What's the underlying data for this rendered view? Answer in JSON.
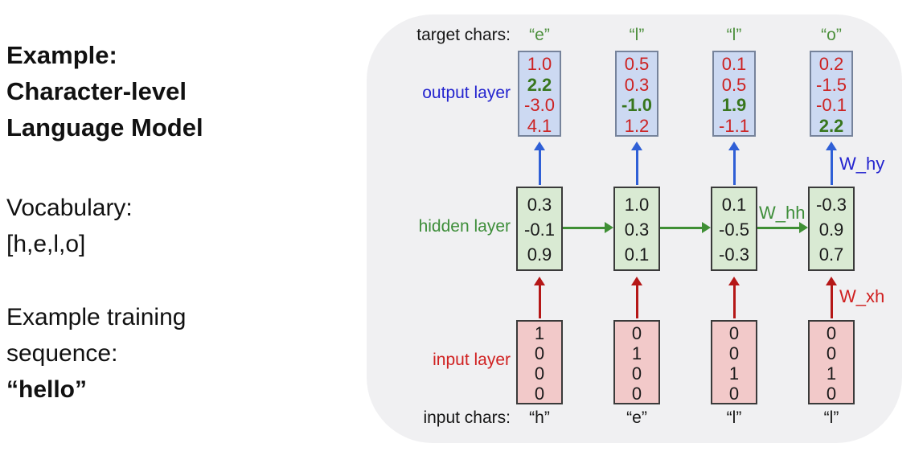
{
  "left_panel": {
    "title_lines": [
      "Example:",
      "Character-level",
      "Language Model"
    ],
    "vocab_lines": [
      "Vocabulary:",
      "[h,e,l,o]"
    ],
    "training_lines": [
      "Example training",
      "sequence:"
    ],
    "training_sequence": "“hello”"
  },
  "diagram": {
    "labels": {
      "target_chars": "target chars:",
      "output_layer": "output layer",
      "hidden_layer": "hidden layer",
      "input_layer": "input layer",
      "input_chars": "input chars:"
    },
    "weights": {
      "w_hy": "W_hy",
      "w_hh": "W_hh",
      "w_xh": "W_xh"
    },
    "columns": [
      {
        "target_char": "“e”",
        "output": [
          "1.0",
          "2.2",
          "-3.0",
          "4.1"
        ],
        "highlight_row": 1,
        "hidden": [
          "0.3",
          "-0.1",
          "0.9"
        ],
        "input": [
          "1",
          "0",
          "0",
          "0"
        ],
        "input_char": "“h”"
      },
      {
        "target_char": "“l”",
        "output": [
          "0.5",
          "0.3",
          "-1.0",
          "1.2"
        ],
        "highlight_row": 2,
        "hidden": [
          "1.0",
          "0.3",
          "0.1"
        ],
        "input": [
          "0",
          "1",
          "0",
          "0"
        ],
        "input_char": "“e”"
      },
      {
        "target_char": "“l”",
        "output": [
          "0.1",
          "0.5",
          "1.9",
          "-1.1"
        ],
        "highlight_row": 2,
        "hidden": [
          "0.1",
          "-0.5",
          "-0.3"
        ],
        "input": [
          "0",
          "0",
          "1",
          "0"
        ],
        "input_char": "“l”"
      },
      {
        "target_char": "“o”",
        "output": [
          "0.2",
          "-1.5",
          "-0.1",
          "2.2"
        ],
        "highlight_row": 3,
        "hidden": [
          "-0.3",
          "0.9",
          "0.7"
        ],
        "input": [
          "0",
          "0",
          "1",
          "0"
        ],
        "input_char": "“l”"
      }
    ],
    "colors": {
      "panel_bg": "#f0f0f2",
      "output_box_fill": "#ccd9f2",
      "output_box_border": "#76839b",
      "hidden_box_fill": "#d9ead3",
      "input_box_fill": "#f2c9c9",
      "dark_box_border": "#3a3a3a",
      "red_value": "#cc2222",
      "green_highlight": "#38761d",
      "black_value": "#1a1a1a",
      "blue_label": "#2424cf",
      "green_label": "#3e8e3a",
      "red_label": "#d02020",
      "blue_arrow": "#2f5fd6",
      "red_arrow": "#b51717",
      "green_arrow": "#3f8f35",
      "target_char_green": "#4c8f3c"
    }
  }
}
